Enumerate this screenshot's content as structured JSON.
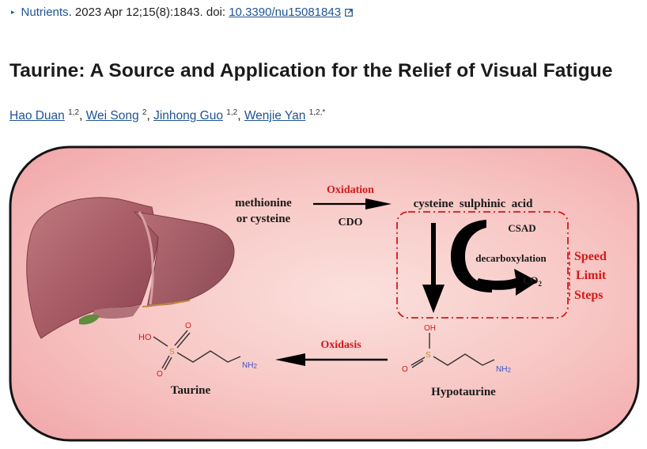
{
  "citation": {
    "journal": "Nutrients",
    "details": ". 2023 Apr 12;15(8):1843. doi: ",
    "doi": "10.3390/nu15081843"
  },
  "article": {
    "title": "Taurine: A Source and Application for the Relief of Visual Fatigue"
  },
  "authors": [
    {
      "name": "Hao Duan",
      "aff": "1,2",
      "sep": ", "
    },
    {
      "name": "Wei Song",
      "aff": "2",
      "sep": ", "
    },
    {
      "name": "Jinhong Guo",
      "aff": "1,2",
      "sep": ", "
    },
    {
      "name": "Wenjie Yan",
      "aff": "1,2,*",
      "sep": ""
    }
  ],
  "figure": {
    "substrate_line1": "methionine",
    "substrate_line2": "or cysteine",
    "oxidation_label": "Oxidation",
    "cdo_label": "CDO",
    "intermediate": "cysteine  sulphinic  acid",
    "csad_label": "CSAD",
    "decarboxylation_label": "decarboxylation",
    "co2_label": "CO",
    "co2_sub": "2",
    "rate_limit_line1": "Speed",
    "rate_limit_line2": "Limit",
    "rate_limit_line3": "Steps",
    "oxidasis_label": "Oxidasis",
    "taurine_label": "Taurine",
    "hypotaurine_label": "Hypotaurine",
    "atom_ho": "HO",
    "atom_s": "S",
    "atom_o": "O",
    "atom_oh": "OH",
    "atom_nh": "NH",
    "atom_nh_sub": "2",
    "colors": {
      "panel_fill": "#f7c3c3",
      "panel_border": "#141414",
      "red_text": "#d41818",
      "nitrogen_blue": "#3b52c4",
      "sulfur": "#b8902a"
    }
  }
}
